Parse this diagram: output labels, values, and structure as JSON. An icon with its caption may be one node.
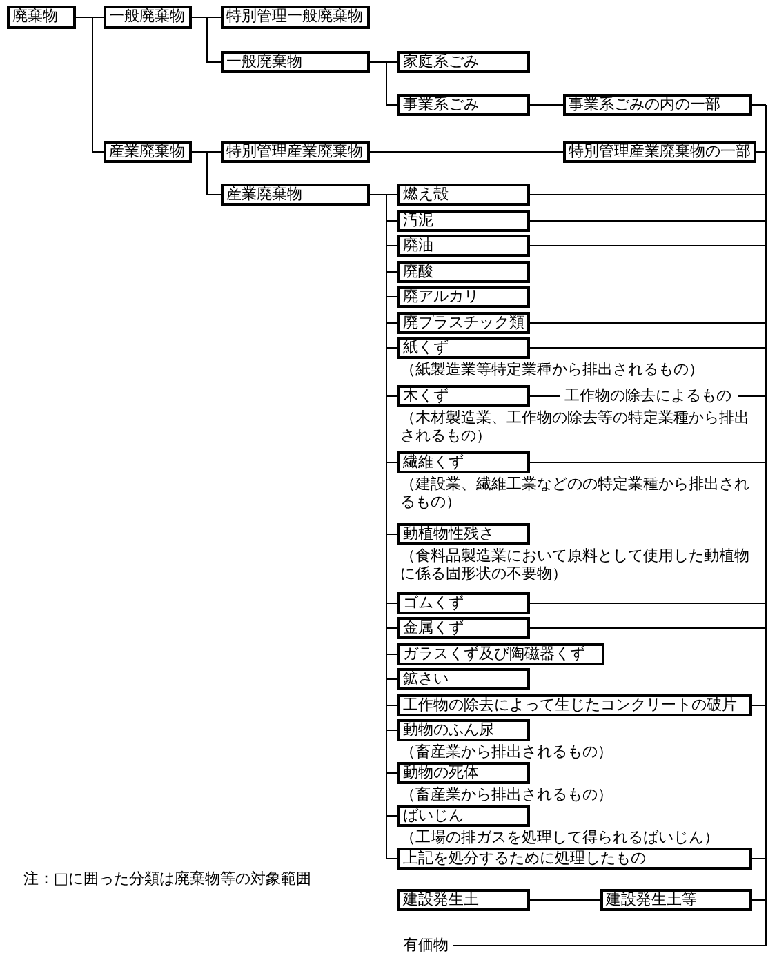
{
  "diagram": {
    "nodes": [
      {
        "text": [
          "廃棄物"
        ]
      },
      {
        "text": [
          "一般廃棄物"
        ]
      },
      {
        "text": [
          "特別管理一般廃棄物"
        ]
      },
      {
        "text": [
          "一般廃棄物"
        ]
      },
      {
        "text": [
          "家庭系ごみ"
        ]
      },
      {
        "text": [
          "事業系ごみ"
        ]
      },
      {
        "text": [
          "事業系ごみの内の一部"
        ]
      },
      {
        "text": [
          "産業廃棄物"
        ]
      },
      {
        "text": [
          "特別管理産業廃棄物"
        ]
      },
      {
        "text": [
          "特別管理産業廃棄物の一部"
        ]
      },
      {
        "text": [
          "産業廃棄物"
        ]
      },
      {
        "text": [
          "燃え殻"
        ]
      },
      {
        "text": [
          "汚泥"
        ]
      },
      {
        "text": [
          "廃油"
        ]
      },
      {
        "text": [
          "廃酸"
        ]
      },
      {
        "text": [
          "廃アルカリ"
        ]
      },
      {
        "text": [
          "廃プラスチック類"
        ]
      },
      {
        "text": [
          "紙くず"
        ],
        "beside": [
          "（紙製造業等特定業種から排出されるもの）"
        ]
      },
      {
        "text": [
          "木くず"
        ],
        "beside": [
          "（木材製造業、工作物の除去等の特定業種から排出されるもの）"
        ]
      },
      {
        "text": [
          "繊維くず"
        ],
        "beside": [
          "（建設業、繊維工業などのの特定業種から排出されるもの）"
        ]
      },
      {
        "text": [
          "動植物性残さ"
        ],
        "beside": [
          "（食料品製造業において原料として使用した動植物に係る固形状の不要物）"
        ]
      },
      {
        "text": [
          "ゴムくず"
        ]
      },
      {
        "text": [
          "金属くず"
        ]
      },
      {
        "text": [
          "ガラスくず及び陶磁器くず"
        ]
      },
      {
        "text": [
          "鉱さい"
        ]
      },
      {
        "text": [
          "工作物の除去によって生じたコンクリートの破片"
        ]
      },
      {
        "text": [
          "動物のふん尿"
        ],
        "beside": [
          "（畜産業から排出されるもの）"
        ]
      },
      {
        "text": [
          "動物の死体"
        ],
        "beside": [
          "（畜産業から排出されるもの）"
        ]
      },
      {
        "text": [
          "ばいじん"
        ],
        "beside": [
          "（工場の排ガスを処理して得られるばいじん）"
        ]
      },
      {
        "text": [
          "上記を処分するために処理したもの"
        ]
      },
      {
        "text": [
          "建設発生土"
        ]
      },
      {
        "text": [
          "建設発生土等"
        ]
      },
      {
        "text": [
          "有価物"
        ]
      }
    ],
    "edges": [
      {
        "from": 0,
        "to": 1,
        "arrow": "none"
      },
      {
        "from": 0,
        "to": 7,
        "arrow": "none"
      },
      {
        "from": 1,
        "to": 2,
        "arrow": "none"
      },
      {
        "from": 1,
        "to": 3,
        "arrow": "none"
      },
      {
        "from": 3,
        "to": 4,
        "arrow": "none"
      },
      {
        "from": 3,
        "to": 5,
        "arrow": "none"
      },
      {
        "from": 5,
        "to": 6,
        "arrow": "none"
      },
      {
        "from": 7,
        "to": 8,
        "arrow": "none"
      },
      {
        "from": 7,
        "to": 10,
        "arrow": "none"
      },
      {
        "from": 8,
        "to": 9,
        "arrow": "none"
      },
      {
        "from": 10,
        "to": 11,
        "arrow": "none"
      },
      {
        "from": 10,
        "to": 12,
        "arrow": "none"
      },
      {
        "from": 10,
        "to": 13,
        "arrow": "none"
      },
      {
        "from": 10,
        "to": 14,
        "arrow": "none"
      },
      {
        "from": 10,
        "to": 15,
        "arrow": "none"
      },
      {
        "from": 10,
        "to": 16,
        "arrow": "none"
      },
      {
        "from": 10,
        "to": 17,
        "arrow": "none"
      },
      {
        "from": 10,
        "to": 18,
        "arrow": "none"
      },
      {
        "from": 10,
        "to": 19,
        "arrow": "none"
      },
      {
        "from": 10,
        "to": 20,
        "arrow": "none"
      },
      {
        "from": 10,
        "to": 21,
        "arrow": "none"
      },
      {
        "from": 10,
        "to": 22,
        "arrow": "none"
      },
      {
        "from": 10,
        "to": 23,
        "arrow": "none"
      },
      {
        "from": 10,
        "to": 24,
        "arrow": "none"
      },
      {
        "from": 10,
        "to": 25,
        "arrow": "none"
      },
      {
        "from": 10,
        "to": 26,
        "arrow": "none"
      },
      {
        "from": 10,
        "to": 27,
        "arrow": "none"
      },
      {
        "from": 10,
        "to": 28,
        "arrow": "none"
      },
      {
        "from": 10,
        "to": 29,
        "arrow": "none"
      },
      {
        "from": 30,
        "to": 31,
        "arrow": "none"
      },
      {
        "from": 6,
        "to": null,
        "arrow": "none"
      },
      {
        "from": 9,
        "to": null,
        "arrow": "none"
      },
      {
        "from": 11,
        "to": null,
        "arrow": "none"
      },
      {
        "from": 12,
        "to": null,
        "arrow": "none"
      },
      {
        "from": 13,
        "to": null,
        "arrow": "none"
      },
      {
        "from": 16,
        "to": null,
        "arrow": "none"
      },
      {
        "from": 17,
        "to": null,
        "arrow": "none"
      },
      {
        "from": 18,
        "to": null,
        "arrow": "none",
        "label": "工作物の除去によるもの"
      },
      {
        "from": 19,
        "to": null,
        "arrow": "none"
      },
      {
        "from": 21,
        "to": null,
        "arrow": "none"
      },
      {
        "from": 22,
        "to": null,
        "arrow": "none"
      },
      {
        "from": 25,
        "to": null,
        "arrow": "none"
      },
      {
        "from": 29,
        "to": null,
        "arrow": "none"
      },
      {
        "from": 31,
        "to": null,
        "arrow": "none"
      },
      {
        "from": 32,
        "to": null,
        "arrow": "none"
      }
    ],
    "labels": [
      "注：□に囲った分類は廃棄物等の対象範囲"
    ]
  }
}
